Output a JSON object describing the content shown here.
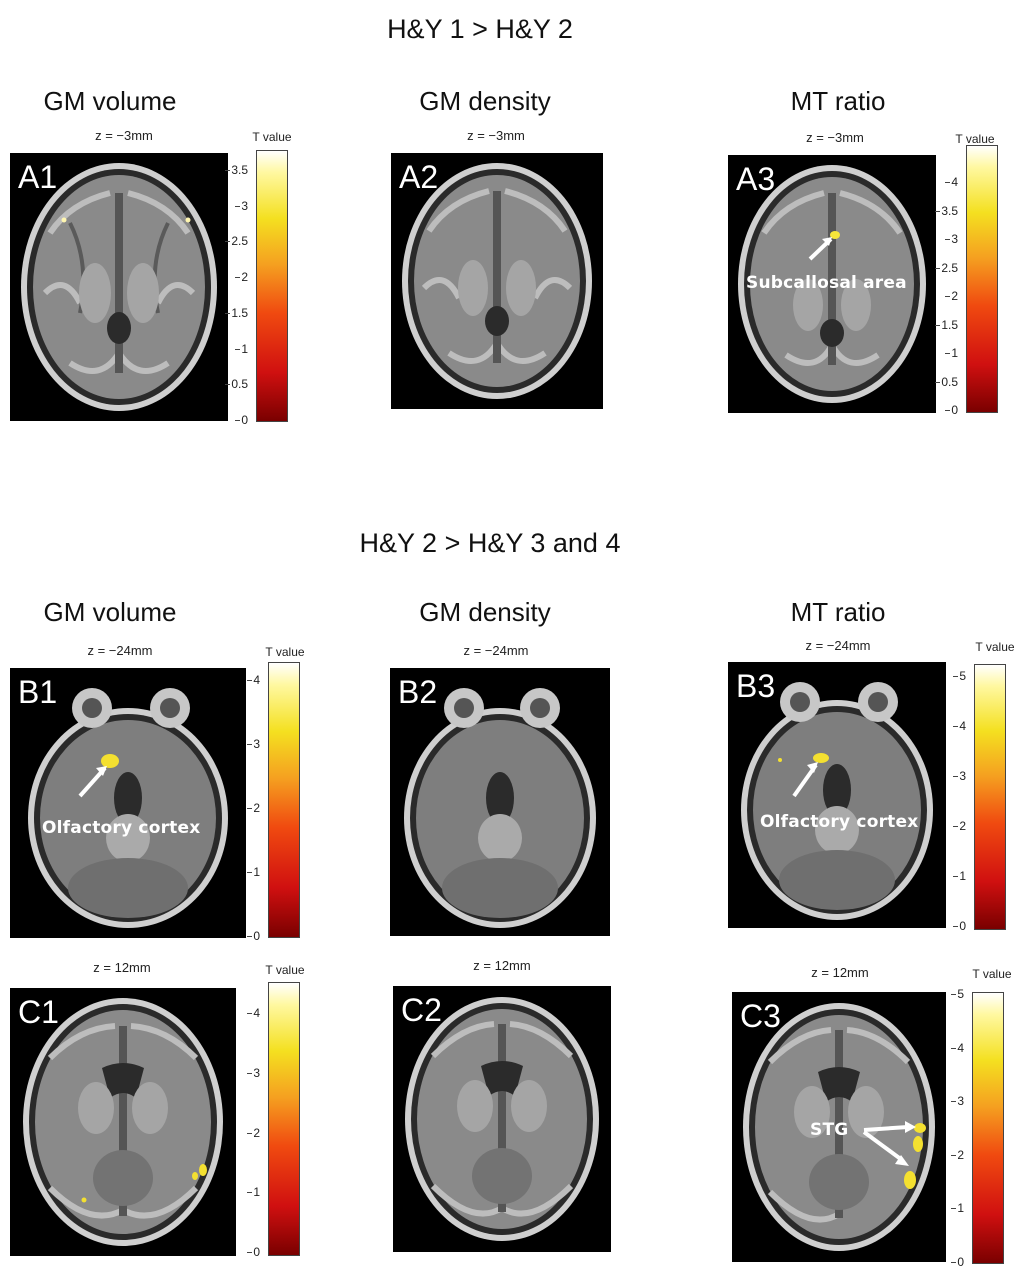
{
  "sections": [
    {
      "title": "H&Y 1 > H&Y 2"
    },
    {
      "title": "H&Y 2 > H&Y 3 and 4"
    }
  ],
  "columns": {
    "row_a": [
      "GM volume",
      "GM density",
      "MT ratio"
    ],
    "row_b": [
      "GM volume",
      "GM density",
      "MT ratio"
    ]
  },
  "panels": {
    "A1": {
      "label": "A1",
      "z": "z = −3mm"
    },
    "A2": {
      "label": "A2",
      "z": "z = −3mm"
    },
    "A3": {
      "label": "A3",
      "z": "z = −3mm",
      "annotation": "Subcallosal area"
    },
    "B1": {
      "label": "B1",
      "z": "z = −24mm",
      "annotation": "Olfactory cortex"
    },
    "B2": {
      "label": "B2",
      "z": "z = −24mm"
    },
    "B3": {
      "label": "B3",
      "z": "z = −24mm",
      "annotation": "Olfactory cortex"
    },
    "C1": {
      "label": "C1",
      "z": "z = 12mm"
    },
    "C2": {
      "label": "C2",
      "z": "z = 12mm"
    },
    "C3": {
      "label": "C3",
      "z": "z = 12mm",
      "annotation": "STG"
    }
  },
  "colorbars": {
    "title": "T value",
    "A1": [
      "3.5",
      "3",
      "2.5",
      "2",
      "1.5",
      "1",
      "0.5",
      "0"
    ],
    "A3": [
      "4",
      "3.5",
      "3",
      "2.5",
      "2",
      "1.5",
      "1",
      "0.5",
      "0"
    ],
    "B1": [
      "4",
      "3",
      "2",
      "1",
      "0"
    ],
    "B3": [
      "5",
      "4",
      "3",
      "2",
      "1",
      "0"
    ],
    "C1": [
      "4",
      "3",
      "2",
      "1",
      "0"
    ],
    "C3": [
      "5",
      "4",
      "3",
      "2",
      "1",
      "0"
    ]
  }
}
